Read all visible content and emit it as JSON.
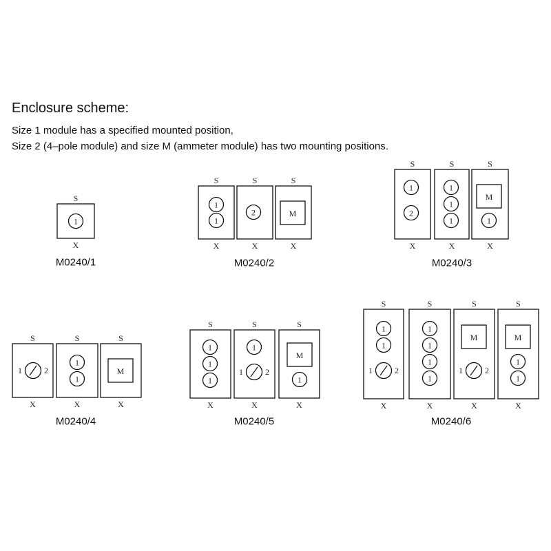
{
  "heading": "Enclosure scheme:",
  "lines": [
    "Size 1 module has a specified mounted position,",
    "Size 2 (4–pole module) and size M (ammeter module) has two mounting positions."
  ],
  "edge_labels": {
    "top": "S",
    "bottom": "X"
  },
  "enclosures": [
    {
      "id": "M0240/1",
      "label": "M0240/1",
      "cells": [
        {
          "items": [
            {
              "kind": "circle",
              "text": "1"
            }
          ]
        }
      ]
    },
    {
      "id": "M0240/2",
      "label": "M0240/2",
      "cells": [
        {
          "items": [
            {
              "kind": "circle",
              "text": "1"
            },
            {
              "kind": "circle",
              "text": "1"
            }
          ]
        },
        {
          "items": [
            {
              "kind": "circle",
              "text": "2"
            }
          ]
        },
        {
          "items": [
            {
              "kind": "square",
              "text": "M"
            }
          ]
        }
      ]
    },
    {
      "id": "M0240/3",
      "label": "M0240/3",
      "cells": [
        {
          "items": [
            {
              "kind": "circle",
              "text": "1"
            },
            {
              "kind": "circle",
              "text": "2"
            }
          ]
        },
        {
          "items": [
            {
              "kind": "circle",
              "text": "1"
            },
            {
              "kind": "circle",
              "text": "1"
            },
            {
              "kind": "circle",
              "text": "1"
            }
          ]
        },
        {
          "items": [
            {
              "kind": "square",
              "text": "M"
            },
            {
              "kind": "circle",
              "text": "1"
            }
          ]
        }
      ]
    },
    {
      "id": "M0240/4",
      "label": "M0240/4",
      "cells": [
        {
          "items": [
            {
              "kind": "switch",
              "left": "1",
              "right": "2"
            }
          ]
        },
        {
          "items": [
            {
              "kind": "circle",
              "text": "1"
            },
            {
              "kind": "circle",
              "text": "1"
            }
          ]
        },
        {
          "items": [
            {
              "kind": "square",
              "text": "M"
            }
          ]
        }
      ]
    },
    {
      "id": "M0240/5",
      "label": "M0240/5",
      "cells": [
        {
          "items": [
            {
              "kind": "circle",
              "text": "1"
            },
            {
              "kind": "circle",
              "text": "1"
            },
            {
              "kind": "circle",
              "text": "1"
            }
          ]
        },
        {
          "items": [
            {
              "kind": "circle",
              "text": "1"
            },
            {
              "kind": "switch",
              "left": "1",
              "right": "2"
            }
          ]
        },
        {
          "items": [
            {
              "kind": "square",
              "text": "M"
            },
            {
              "kind": "circle",
              "text": "1"
            }
          ]
        }
      ]
    },
    {
      "id": "M0240/6",
      "label": "M0240/6",
      "cells": [
        {
          "items": [
            {
              "kind": "circle",
              "text": "1"
            },
            {
              "kind": "circle",
              "text": "1"
            },
            {
              "kind": "switch",
              "left": "1",
              "right": "2"
            }
          ]
        },
        {
          "items": [
            {
              "kind": "circle",
              "text": "1"
            },
            {
              "kind": "circle",
              "text": "1"
            },
            {
              "kind": "circle",
              "text": "1"
            },
            {
              "kind": "circle",
              "text": "1"
            }
          ]
        },
        {
          "items": [
            {
              "kind": "square",
              "text": "M"
            },
            {
              "kind": "switch",
              "left": "1",
              "right": "2"
            }
          ]
        },
        {
          "items": [
            {
              "kind": "square",
              "text": "M"
            },
            {
              "kind": "circle",
              "text": "1"
            },
            {
              "kind": "circle",
              "text": "1"
            }
          ]
        }
      ]
    }
  ]
}
